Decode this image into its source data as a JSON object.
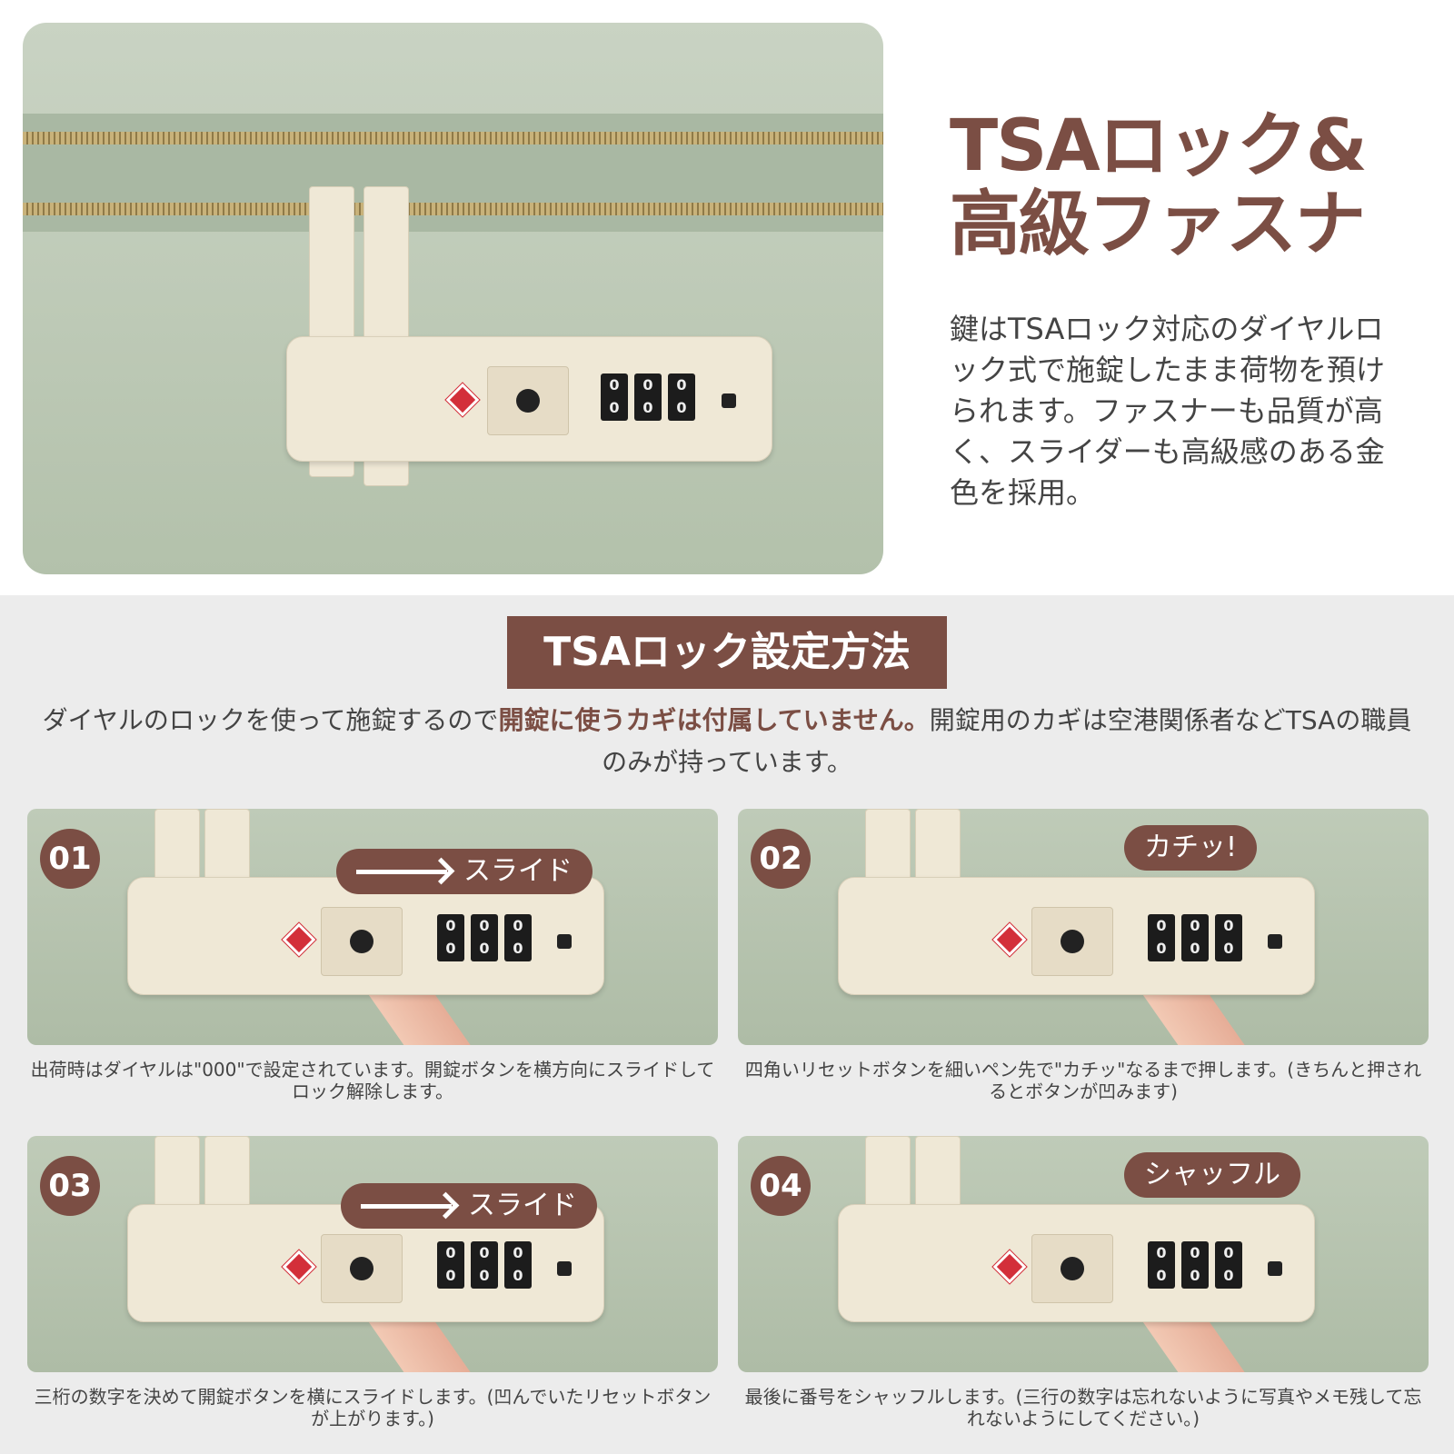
{
  "heading": {
    "line1": "TSAロック&",
    "line2": "高級ファスナ"
  },
  "description": "鍵はTSAロック対応のダイヤルロック式で施錠したまま荷物を預けられます。ファスナーも品質が高く、スライダーも高級感のある金色を採用。",
  "section": {
    "title": "TSAロック設定方法",
    "intro_before": "ダイヤルのロックを使って施錠するので",
    "intro_highlight": "開錠に使うカギは付属していません。",
    "intro_after": "開錠用のカギは空港関係者などTSAの職員のみが持っています。"
  },
  "steps": [
    {
      "number": "01",
      "tag": "スライド",
      "caption": "出荷時はダイヤルは\"000\"で設定されています。開錠ボタンを横方向にスライドしてロック解除します。"
    },
    {
      "number": "02",
      "tag": "カチッ!",
      "caption": "四角いリセットボタンを細いペン先で\"カチッ\"なるまで押します。(きちんと押されるとボタンが凹みます)"
    },
    {
      "number": "03",
      "tag": "スライド",
      "caption": "三桁の数字を決めて開錠ボタンを横にスライドします。(凹んでいたリセットボタンが上がります。)"
    },
    {
      "number": "04",
      "tag": "シャッフル",
      "caption": "最後に番号をシャッフルします。(三行の数字は忘れないように写真やメモ残して忘れないようにしてください。)"
    }
  ],
  "dial_digit": "0",
  "colors": {
    "accent": "#7b4e44",
    "suitcase": "#b5c3ad",
    "lock": "#efe8d6",
    "background": "#ececec"
  }
}
